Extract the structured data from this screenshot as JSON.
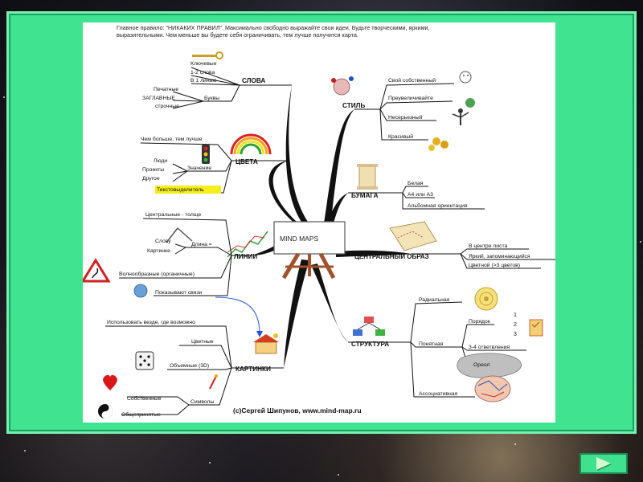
{
  "header": {
    "line1": "Главное правило: \"НИКАКИХ ПРАВИЛ\". Максимально свободно выражайте свои идеи. Будьте творческими, яркими,",
    "line2": "выразительными. Чем меньше вы будете себя ограничивать, тем лучше получится карта."
  },
  "center": {
    "title": "MIND MAPS"
  },
  "branches": {
    "slova": {
      "title": "СЛОВА",
      "items": [
        "Ключевые",
        "1-2 слова",
        "В 1 линию",
        "Буквы"
      ],
      "bukvy": [
        "Печатные",
        "ЗАГЛАВНЫЕ",
        "строчные"
      ]
    },
    "tsveta": {
      "title": "ЦВЕТА",
      "more": "Чем больше, тем лучше",
      "znachenie": "Значение",
      "sub": [
        "Люди",
        "Проекты",
        "Другое"
      ],
      "highlighter": "Текстовыделитель"
    },
    "linii": {
      "title": "ЛИНИИ",
      "central": "Центральные - толще",
      "length": "Длина =",
      "slovu": "Слову",
      "kartinke": "Картинке",
      "wavy": "Волнообразные (органичные)",
      "links": "Показывают связи"
    },
    "kartinki": {
      "title": "КАРТИНКИ",
      "everywhere": "Использовать везде, где возможно",
      "color": "Цветные",
      "three_d": "Объемные (3D)",
      "symbols": "Символы",
      "own": "Собственные",
      "common": "Общепринятые"
    },
    "stil": {
      "title": "СТИЛЬ",
      "items": [
        "Свой собственный",
        "Преувеличивайте",
        "Несерьезный",
        "Красивый"
      ]
    },
    "bumaga": {
      "title": "БУМАГА",
      "items": [
        "Белая",
        "А4 или А3",
        "Альбомная ориентация"
      ]
    },
    "obraz": {
      "title": "ЦЕНТРАЛЬНЫЙ ОБРАЗ",
      "items": [
        "В центре листа",
        "Яркий, запоминающийся",
        "Цветной (>3 цветов)"
      ]
    },
    "struktura": {
      "title": "СТРУКТУРА",
      "radial": "Радиальная",
      "ponyatnaya": "Понятная",
      "poryadok": "Порядок",
      "nums": [
        "1",
        "2",
        "3"
      ],
      "otvetvleniya": "3-4 ответвления",
      "oreol": "Ореол",
      "assoc": "Ассоциативная"
    }
  },
  "footer": {
    "credit": "(с)Сергей Шипунов, www.mind-map.ru"
  },
  "colors": {
    "panel": "#40e490",
    "panel_border": "#78f0b0",
    "branch": "#111111",
    "highlight": "#f5ee1a"
  },
  "nav": {
    "next_icon": "arrow-right-icon"
  }
}
